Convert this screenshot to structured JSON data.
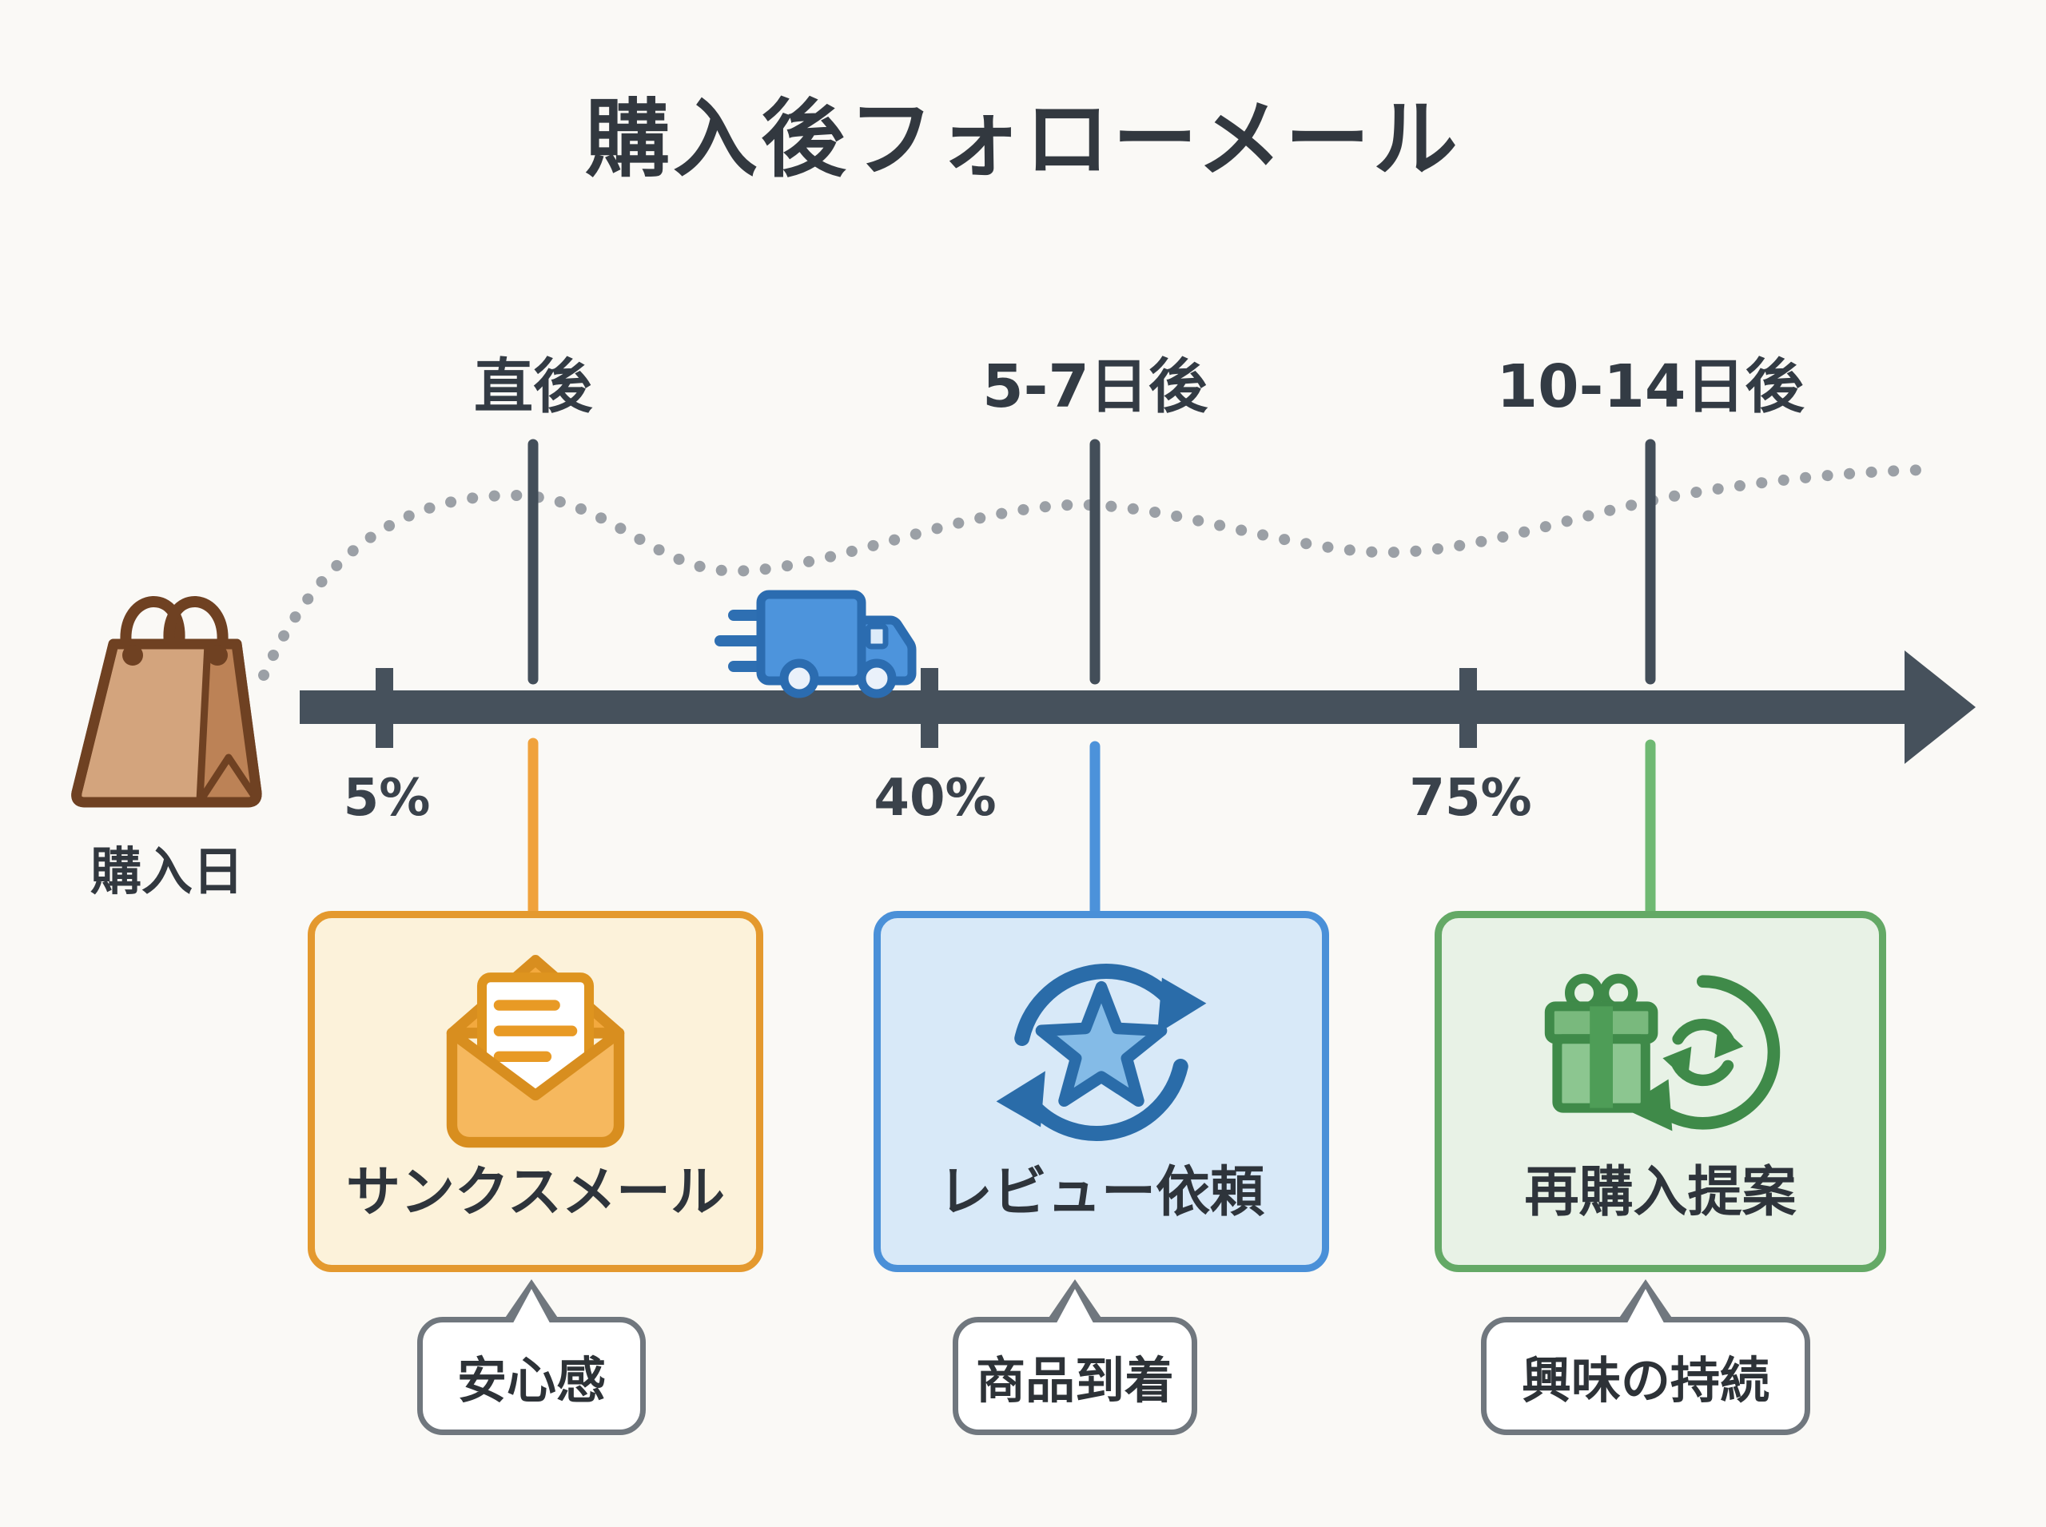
{
  "title": "購入後フォローメール",
  "timeline": {
    "start_label": "購入日",
    "percent_markers": [
      "5%",
      "40%",
      "75%"
    ],
    "axis_color": "#46515C"
  },
  "milestones": [
    {
      "time_label": "直後",
      "card_label": "サンクスメール",
      "bubble_label": "安心感",
      "accent": "#E4992E",
      "card_fill": "#FCF2DA",
      "icon": "open-envelope-icon"
    },
    {
      "time_label": "5-7日後",
      "card_label": "レビュー依頼",
      "bubble_label": "商品到着",
      "accent": "#4A90D8",
      "card_fill": "#D8E9F8",
      "icon": "star-refresh-icon"
    },
    {
      "time_label": "10-14日後",
      "card_label": "再購入提案",
      "bubble_label": "興味の持続",
      "accent": "#64A966",
      "card_fill": "#E8F2E6",
      "icon": "gift-repeat-icon"
    }
  ],
  "decorations": {
    "start_icon": "shopping-bag-icon",
    "shipping_icon": "delivery-truck-icon",
    "curve": "dotted-engagement-curve"
  },
  "colors": {
    "background": "#FAF9F6",
    "axis": "#46515C",
    "title_text": "#32383F",
    "curve_dots": "#9BA0A6",
    "bubble_border": "#70777E",
    "bag_outline": "#6F4122",
    "bag_fill": "#D3A47D",
    "truck_fill": "#4D94DC",
    "truck_outline": "#2B6CB0"
  }
}
